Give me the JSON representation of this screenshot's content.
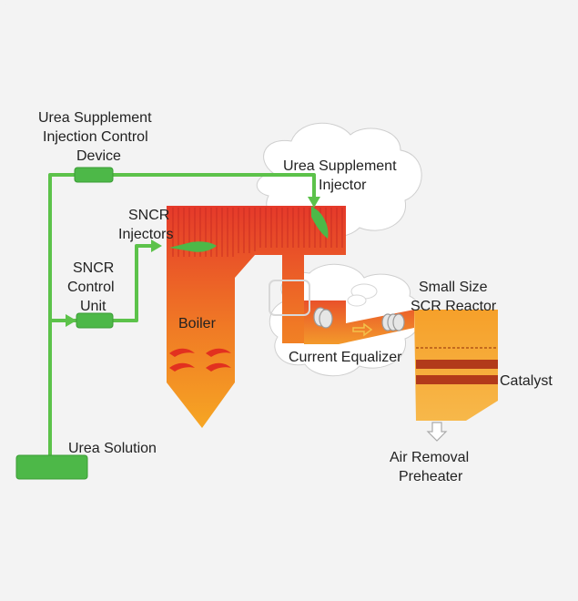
{
  "labels": {
    "urea_supplement_control_1": "Urea Supplement",
    "urea_supplement_control_2": "Injection Control",
    "urea_supplement_control_3": "Device",
    "urea_supplement_injector_1": "Urea Supplement",
    "urea_supplement_injector_2": "Injector",
    "sncr_injectors_1": "SNCR",
    "sncr_injectors_2": "Injectors",
    "sncr_control_unit_1": "SNCR",
    "sncr_control_unit_2": "Control",
    "sncr_control_unit_3": "Unit",
    "boiler": "Boiler",
    "small_scr_1": "Small Size",
    "small_scr_2": "SCR Reactor",
    "current_equalizer": "Current Equalizer",
    "catalyst": "Catalyst",
    "urea_solution": "Urea Solution",
    "air_removal_1": "Air Removal",
    "air_removal_2": "Preheater"
  },
  "colors": {
    "pipe_green": "#5cc24a",
    "unit_green": "#4db848",
    "boiler_top": "#e8402a",
    "boiler_bottom": "#f5a623",
    "catalyst_band": "#b23a1a",
    "cloud": "#ffffff"
  }
}
